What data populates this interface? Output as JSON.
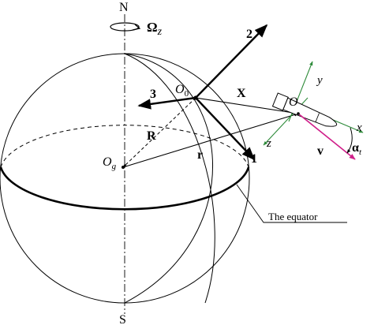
{
  "labels": {
    "north": "N",
    "south": "S",
    "omega": "Ω",
    "omega_sub": "z",
    "axis_1": "1",
    "axis_2": "2",
    "axis_3": "3",
    "origin_o0": "O",
    "origin_o0_sub": "0",
    "origin_og": "O",
    "origin_og_sub": "g",
    "vec_R": "R",
    "vec_r": "r",
    "vec_X": "X",
    "vec_v": "v",
    "point_O": "O",
    "axis_x": "x",
    "axis_y": "y",
    "axis_z": "z",
    "alpha": "α",
    "alpha_sub": "t",
    "equator": "The equator"
  },
  "colors": {
    "line": "#000000",
    "green_axes": "#2e8b3a",
    "velocity": "#d0208a",
    "background": "#ffffff"
  }
}
